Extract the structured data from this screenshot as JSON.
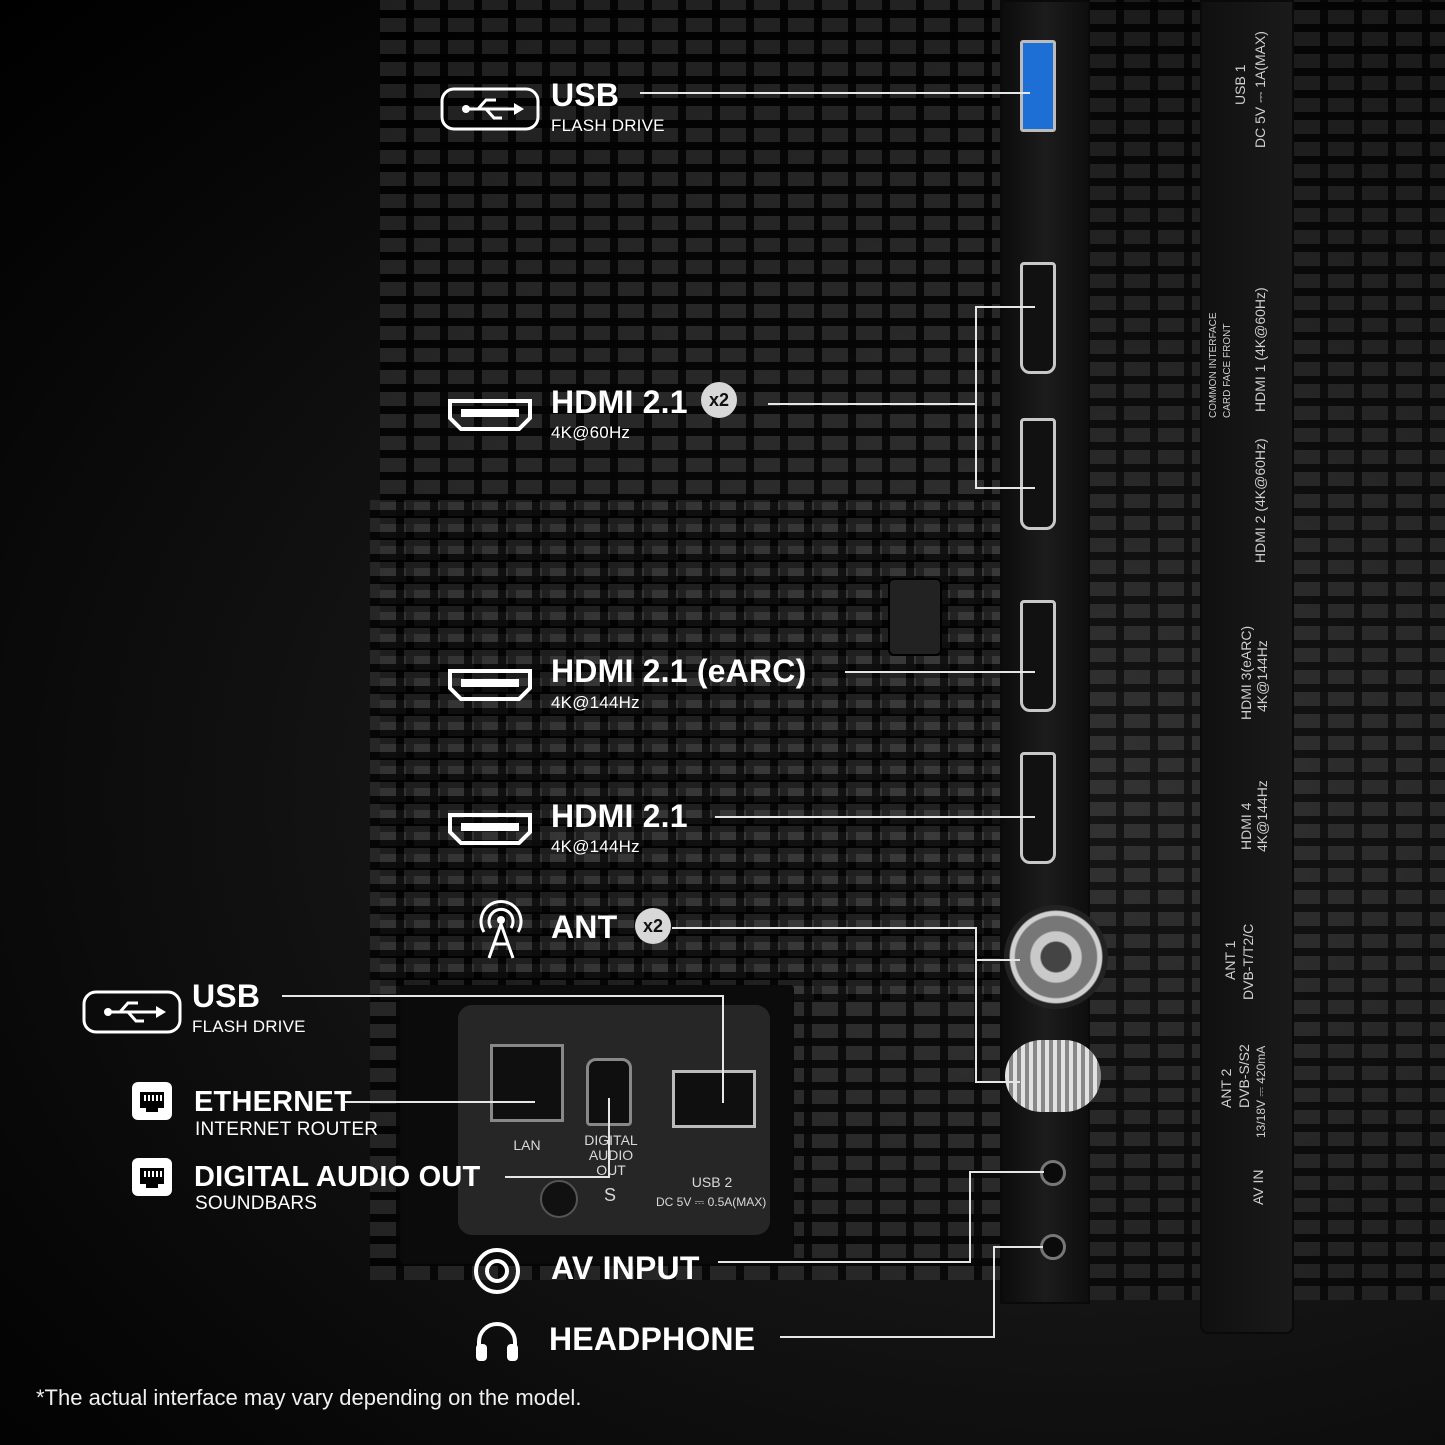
{
  "labels": {
    "usb_top": {
      "title": "USB",
      "sub": "FLASH DRIVE"
    },
    "hdmi_x2": {
      "title": "HDMI 2.1",
      "badge": "x2",
      "sub": "4K@60Hz"
    },
    "hdmi_earc": {
      "title": "HDMI 2.1 (eARC)",
      "sub": "4K@144Hz"
    },
    "hdmi_plain": {
      "title": "HDMI 2.1",
      "sub": "4K@144Hz"
    },
    "ant": {
      "title": "ANT",
      "badge": "x2"
    },
    "usb_side": {
      "title": "USB",
      "sub": "FLASH DRIVE"
    },
    "ethernet": {
      "title": "ETHERNET",
      "sub": "INTERNET ROUTER"
    },
    "digital_audio": {
      "title": "DIGITAL AUDIO OUT",
      "sub": "SOUNDBARS"
    },
    "av_input": {
      "title": "AV INPUT"
    },
    "headphone": {
      "title": "HEADPHONE"
    }
  },
  "rear_panel_text": {
    "usb1": "USB 1",
    "usb1_power": "DC 5V ⎓ 1A(MAX)",
    "common_interface": "COMMON INTERFACE",
    "card_face_front": "CARD FACE FRONT",
    "hdmi1": "HDMI 1 (4K@60Hz)",
    "hdmi2": "HDMI 2 (4K@60Hz)",
    "hdmi3": "HDMI 3(eARC)",
    "hdmi3_rate": "4K@144Hz",
    "hdmi4": "HDMI 4",
    "hdmi4_rate": "4K@144Hz",
    "ant1": "ANT 1",
    "ant1_std": "DVB-T/T2/C",
    "ant2": "ANT 2",
    "ant2_std": "DVB-S/S2",
    "ant2_power": "13/18V ⎓ 420mA",
    "av_in": "AV IN",
    "lan": "LAN",
    "digital_audio_out": "DIGITAL AUDIO OUT",
    "usb2": "USB 2",
    "usb2_power": "DC 5V ⎓ 0.5A(MAX)",
    "screw_s": "S"
  },
  "icons": [
    "usb-icon",
    "hdmi-icon",
    "antenna-icon",
    "ethernet-icon",
    "av-input-icon",
    "headphone-icon"
  ],
  "footnote": "*The actual interface may vary depending on the model.",
  "colors": {
    "text": "#ffffff",
    "leader": "#e6e6e6",
    "badge": "#d8d8d8"
  }
}
